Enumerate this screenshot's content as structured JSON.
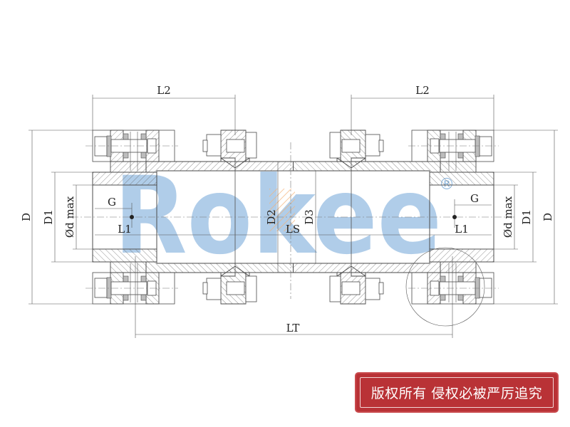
{
  "drawing": {
    "labels": {
      "l2_left": "L2",
      "l2_right": "L2",
      "d_left": "D",
      "d_right": "D",
      "d1_left": "D1",
      "d1_right": "D1",
      "dmax_left": "Ød max",
      "dmax_right": "Ød max",
      "g_left": "G",
      "g_right": "G",
      "l1_left": "L1",
      "l1_right": "L1",
      "d2": "D2",
      "d3": "D3",
      "ls": "LS",
      "lt": "LT"
    },
    "line_color": "#4a4a4a"
  },
  "watermark": {
    "logo_text": "Rokee",
    "registered_mark": "®",
    "color": "#8fb8df",
    "accent": "#f3b37a"
  },
  "stamp": {
    "text": "版权所有 侵权必被严厉追究",
    "color": "#b93236"
  }
}
